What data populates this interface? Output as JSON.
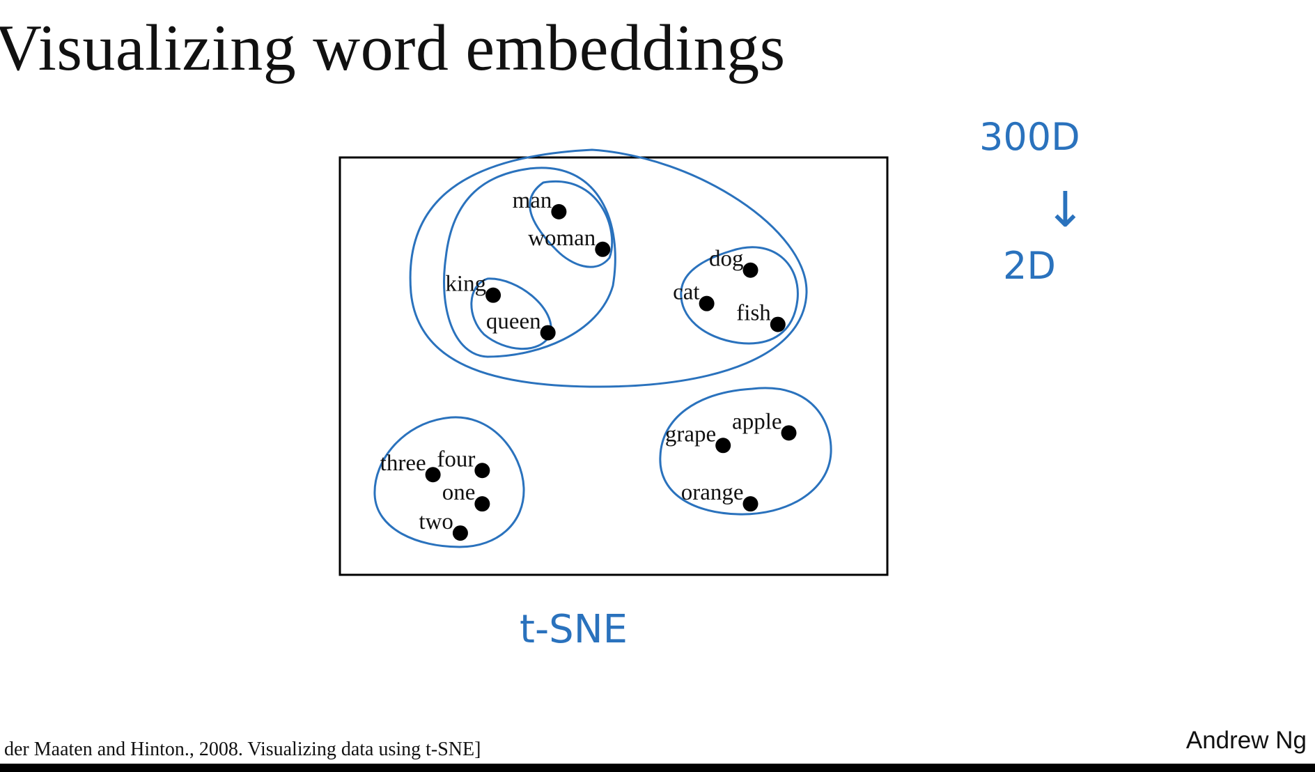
{
  "slide": {
    "title": "Visualizing word embeddings",
    "citation": "der Maaten and Hinton., 2008. Visualizing data using t-SNE]",
    "author": "Andrew Ng"
  },
  "annotations": {
    "dim_high": "300D",
    "arrow": "↓",
    "dim_low": "2D",
    "method": "t-SNE"
  },
  "colors": {
    "ink": "#2a72bd",
    "points": "#000000"
  },
  "chart_data": {
    "type": "scatter",
    "title": "",
    "xlabel": "",
    "ylabel": "",
    "xlim": [
      0,
      100
    ],
    "ylim": [
      0,
      100
    ],
    "grid": false,
    "points": [
      {
        "label": "man",
        "x": 40,
        "y": 87
      },
      {
        "label": "woman",
        "x": 48,
        "y": 78
      },
      {
        "label": "king",
        "x": 28,
        "y": 67
      },
      {
        "label": "queen",
        "x": 38,
        "y": 58
      },
      {
        "label": "dog",
        "x": 75,
        "y": 73
      },
      {
        "label": "cat",
        "x": 67,
        "y": 65
      },
      {
        "label": "fish",
        "x": 80,
        "y": 60
      },
      {
        "label": "three",
        "x": 17,
        "y": 24
      },
      {
        "label": "four",
        "x": 26,
        "y": 25
      },
      {
        "label": "one",
        "x": 26,
        "y": 17
      },
      {
        "label": "two",
        "x": 22,
        "y": 10
      },
      {
        "label": "grape",
        "x": 70,
        "y": 31
      },
      {
        "label": "apple",
        "x": 82,
        "y": 34
      },
      {
        "label": "orange",
        "x": 75,
        "y": 17
      }
    ]
  }
}
